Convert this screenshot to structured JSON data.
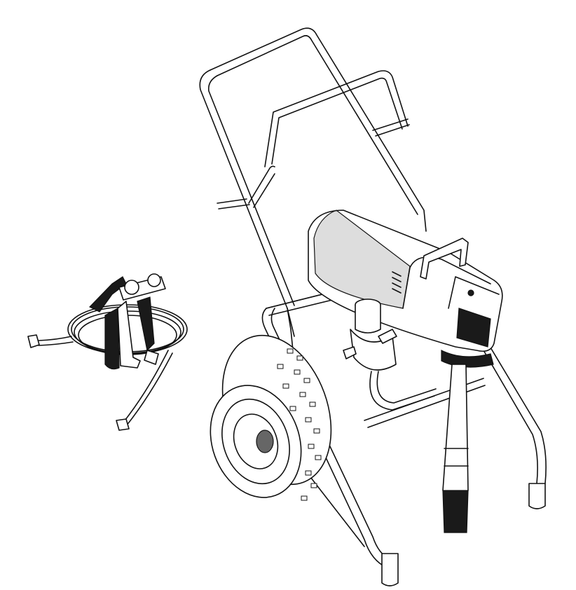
{
  "illustration": {
    "subject_parts": [
      "cart-frame",
      "wheel",
      "motor-housing",
      "pump",
      "spray-gun",
      "hose"
    ],
    "colors": {
      "line": "#111111",
      "background": "#ffffff",
      "dark_fill": "#1a1a1a"
    }
  }
}
